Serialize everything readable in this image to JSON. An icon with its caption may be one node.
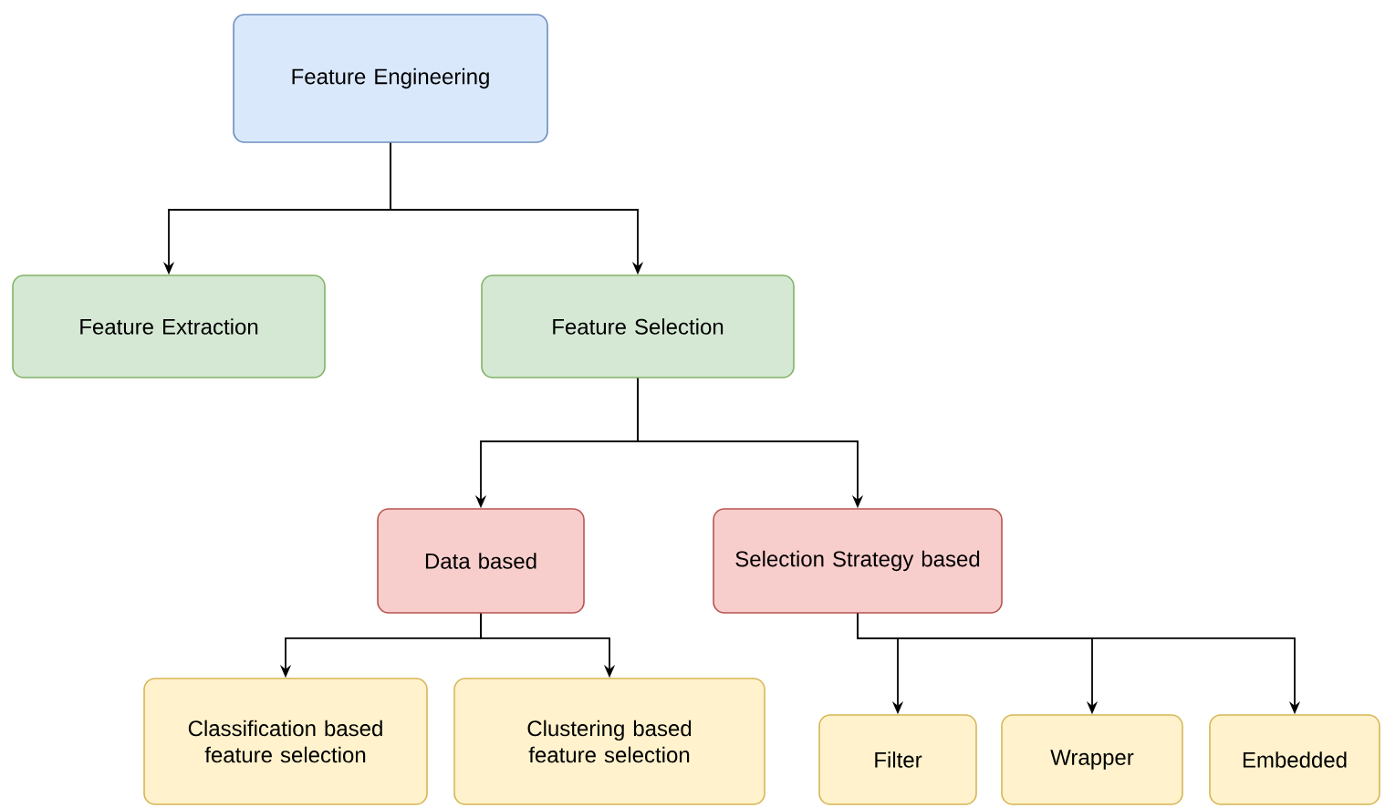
{
  "diagram": {
    "nodes": [
      {
        "text": [
          "Feature Engineering"
        ]
      },
      {
        "text": [
          "Feature Extraction"
        ]
      },
      {
        "text": [
          "Feature Selection"
        ]
      },
      {
        "text": [
          "Data based"
        ]
      },
      {
        "text": [
          "Selection Strategy based"
        ]
      },
      {
        "text": [
          "Classification based feature selection"
        ]
      },
      {
        "text": [
          "Clustering based feature selection"
        ]
      },
      {
        "text": [
          "Filter"
        ]
      },
      {
        "text": [
          "Wrapper"
        ]
      },
      {
        "text": [
          "Embedded"
        ]
      }
    ],
    "edges": [
      {
        "from": 0,
        "to": 1,
        "arrow": "to"
      },
      {
        "from": 0,
        "to": 2,
        "arrow": "to"
      },
      {
        "from": 2,
        "to": 3,
        "arrow": "to"
      },
      {
        "from": 2,
        "to": 4,
        "arrow": "to"
      },
      {
        "from": 3,
        "to": 5,
        "arrow": "to"
      },
      {
        "from": 3,
        "to": 6,
        "arrow": "to"
      },
      {
        "from": 4,
        "to": 7,
        "arrow": "to"
      },
      {
        "from": 4,
        "to": 8,
        "arrow": "to"
      },
      {
        "from": 4,
        "to": 9,
        "arrow": "to"
      }
    ]
  }
}
